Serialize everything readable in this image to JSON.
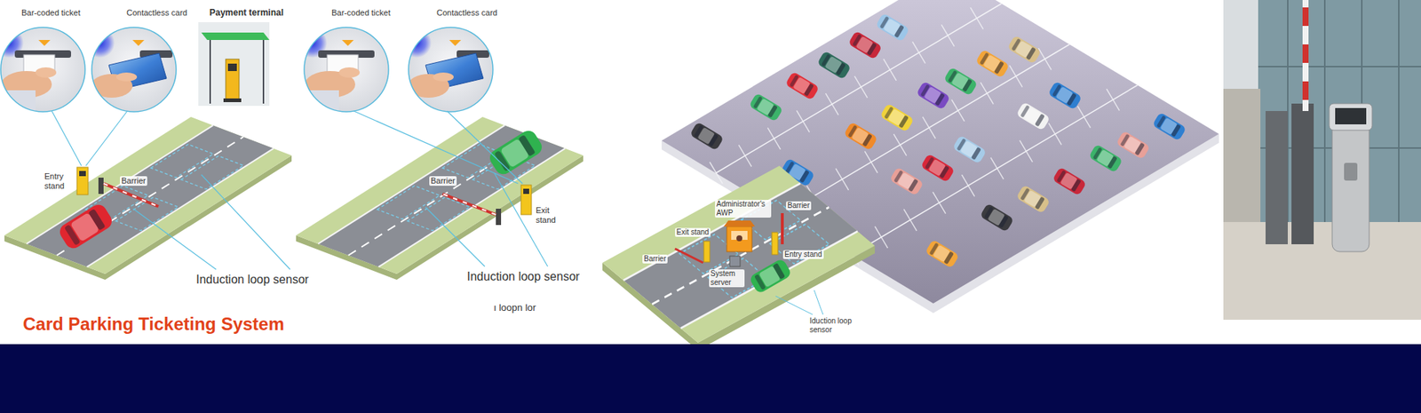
{
  "diagram": {
    "title": "Card Parking Ticketing System",
    "labels": [
      "Bar-coded ticket",
      "Contactless card",
      "Payment terminal",
      "Bar-coded ticket",
      "Contactless card",
      "Entry stand",
      "Barrier",
      "Barrier",
      "Exit stand",
      "Induction loop sensor",
      "Induction loop sensor",
      "ı loopn lor",
      "Administrator's AWP",
      "Barrier",
      "Exit stand",
      "Entry stand",
      "Barrier",
      "System server",
      "Iduction loop sensor"
    ]
  }
}
